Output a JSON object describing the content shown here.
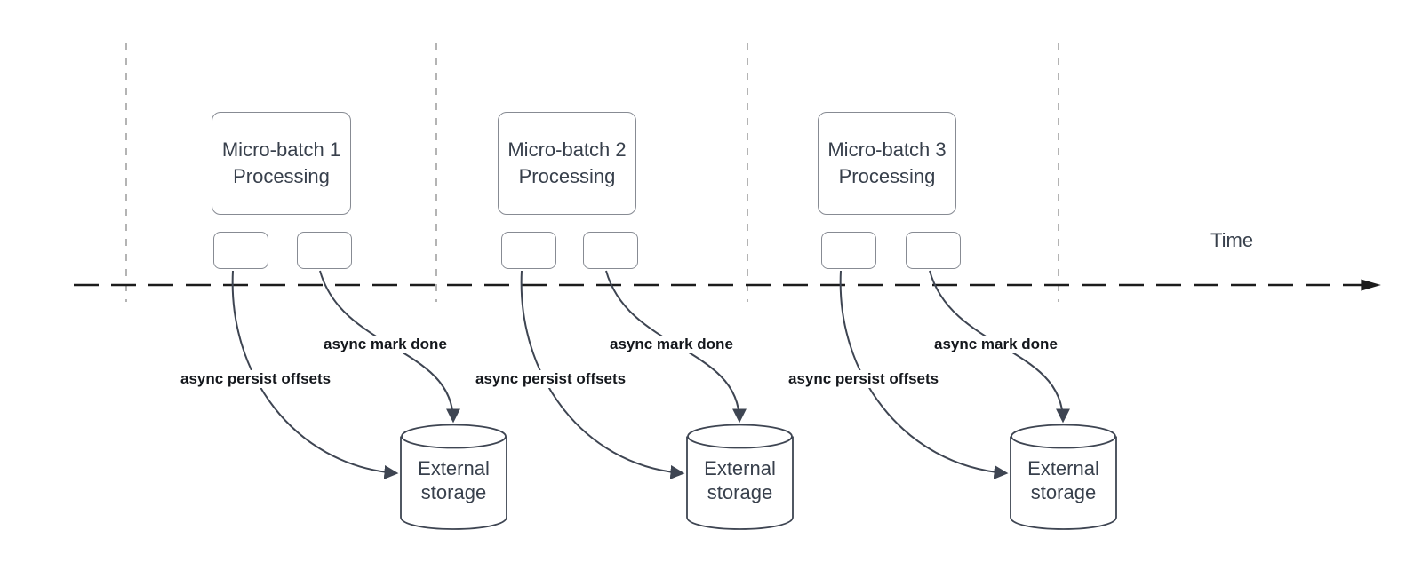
{
  "time_axis": {
    "label": "Time"
  },
  "groups": [
    {
      "processing_title": "Micro-batch 1\nProcessing",
      "persist_arrow_label": "async persist offsets",
      "mark_done_arrow_label": "async mark done",
      "storage_title": "External\nstorage"
    },
    {
      "processing_title": "Micro-batch 2\nProcessing",
      "persist_arrow_label": "async persist offsets",
      "mark_done_arrow_label": "async mark done",
      "storage_title": "External\nstorage"
    },
    {
      "processing_title": "Micro-batch 3\nProcessing",
      "persist_arrow_label": "async persist offsets",
      "mark_done_arrow_label": "async mark done",
      "storage_title": "External\nstorage"
    }
  ],
  "colors": {
    "axis": "#1c1c1c",
    "guide": "#b4b4b4",
    "border": "#878b93",
    "connector": "#3e4552",
    "text": "#38404c",
    "label": "#14171c",
    "bg": "#ffffff"
  }
}
